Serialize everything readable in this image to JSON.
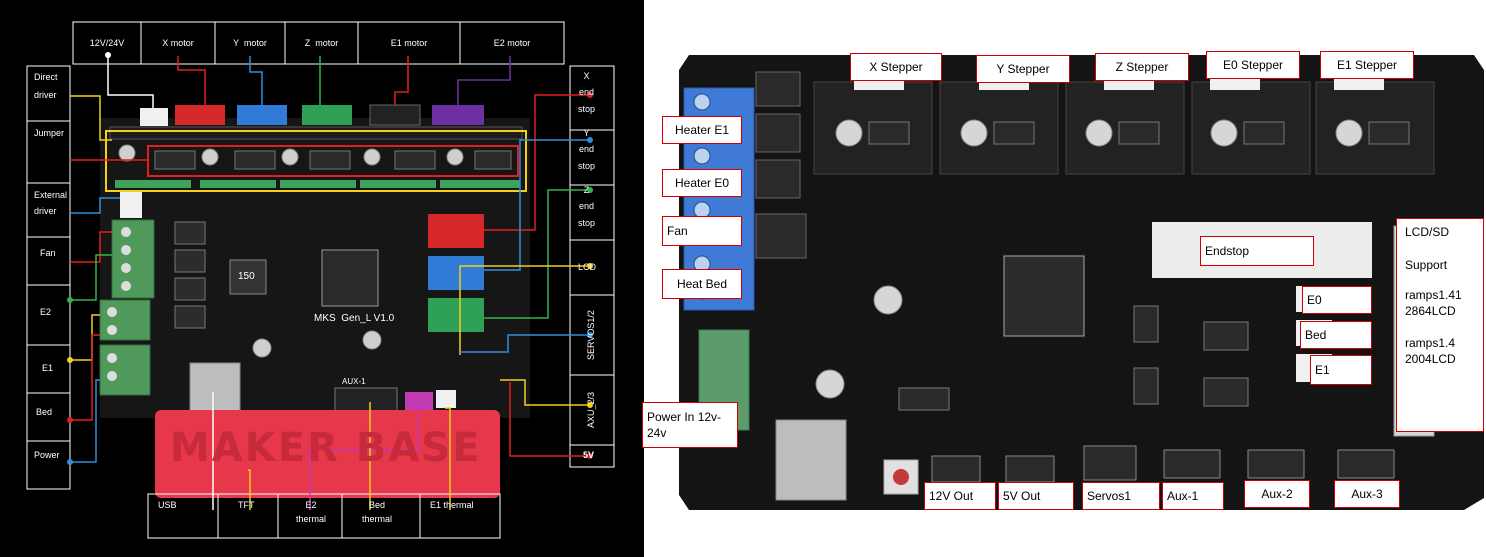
{
  "left_diagram": {
    "top_labels": [
      "12V/24V",
      "X motor",
      "Y  motor",
      "Z  motor",
      "E1 motor",
      "E2 motor"
    ],
    "left_labels": {
      "direct_driver": [
        "Direct",
        "driver"
      ],
      "jumper": "Jumper",
      "external_driver": [
        "External",
        "driver"
      ],
      "fan": "Fan",
      "e2": "E2",
      "e1": "E1",
      "bed": "Bed",
      "power": "Power"
    },
    "right_labels": {
      "x_end_stop": [
        "X",
        "end",
        "stop"
      ],
      "y_end_stop": [
        "Y",
        "end",
        "stop"
      ],
      "z_end_stop": [
        "Z",
        "end",
        "stop"
      ],
      "lcd": "LCD",
      "servos": "SERVOS1/2",
      "axu": "AXU_2/3",
      "fivev": "5V"
    },
    "bottom_labels": {
      "usb": "USB",
      "tft": "TFT",
      "e2_thermal": [
        "E2",
        "thermal"
      ],
      "bed_thermal": [
        "Bed",
        "thermal"
      ],
      "e1_thermal": "E1 thermal"
    },
    "board_texts": {
      "model": "MKS  Gen_L V1.0",
      "inductor": "150",
      "aux1": "AUX-1",
      "maker": "MAKER BASE"
    }
  },
  "right_photo": {
    "top_labels": [
      "X Stepper",
      "Y Stepper",
      "Z Stepper",
      "E0 Stepper",
      "E1 Stepper"
    ],
    "left_labels": [
      "Heater E1",
      "Heater E0",
      "Fan",
      "Heat Bed"
    ],
    "power_in": [
      "Power In 12v-",
      "24v"
    ],
    "endstop": "Endstop",
    "thermistors": [
      "E0",
      "Bed",
      "E1"
    ],
    "lcd_panel": [
      "LCD/SD",
      "Support",
      "ramps1.41",
      "2864LCD",
      "ramps1.4",
      "2004LCD"
    ],
    "bottom_labels": [
      "12V Out",
      "5V Out",
      "Servos1",
      "Aux-1",
      "Aux-2",
      "Aux-3"
    ]
  },
  "colors": {
    "left_bg": "#000000",
    "label_border_red": "#d10000",
    "pcb_black": "#141414",
    "terminal_blue": "#3f7bd6",
    "terminal_green": "#4f9a5b",
    "line_red": "#e02020",
    "line_blue": "#2f8fe0",
    "line_yellow": "#f2cf1c",
    "line_green": "#31b54a",
    "line_magenta": "#c23bb3",
    "maker_base_red": "#e7374b"
  }
}
